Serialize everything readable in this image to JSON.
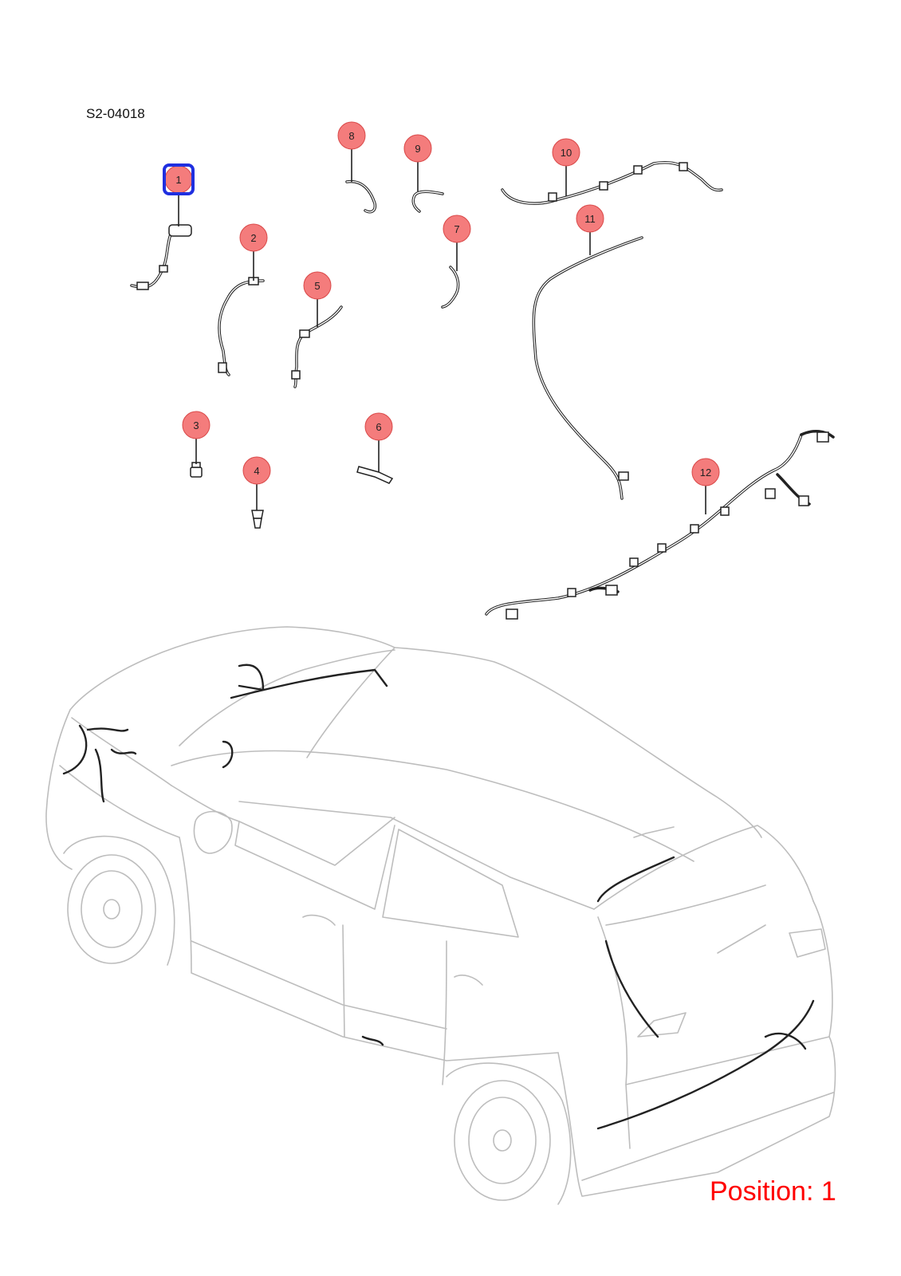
{
  "header": {
    "diagram_code": "S2-04018"
  },
  "footer": {
    "position_label": "Position: 1"
  },
  "colors": {
    "callout_fill": "#f47c7c",
    "callout_stroke": "#d94848",
    "selected_outline": "#1f2fe0",
    "position_text": "#ff0000"
  },
  "callouts": [
    {
      "id": "1",
      "label": "1",
      "selected": true
    },
    {
      "id": "2",
      "label": "2"
    },
    {
      "id": "3",
      "label": "3"
    },
    {
      "id": "4",
      "label": "4"
    },
    {
      "id": "5",
      "label": "5"
    },
    {
      "id": "6",
      "label": "6"
    },
    {
      "id": "7",
      "label": "7"
    },
    {
      "id": "8",
      "label": "8"
    },
    {
      "id": "9",
      "label": "9"
    },
    {
      "id": "10",
      "label": "10"
    },
    {
      "id": "11",
      "label": "11"
    },
    {
      "id": "12",
      "label": "12"
    }
  ]
}
